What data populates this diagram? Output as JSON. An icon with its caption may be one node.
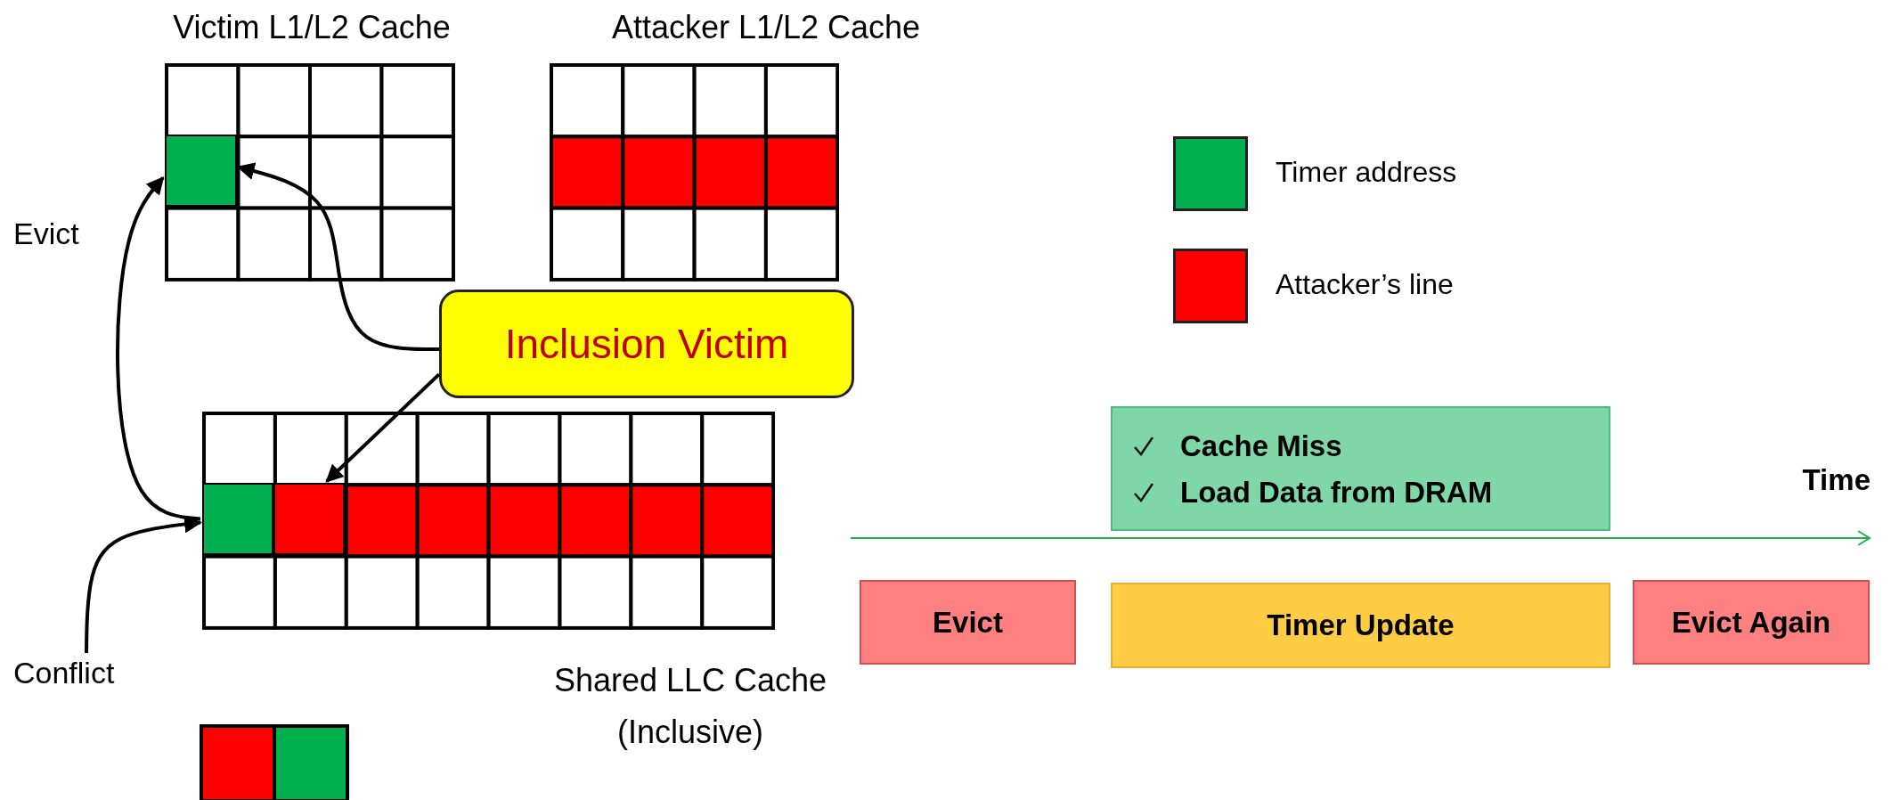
{
  "diagram": {
    "nodes": [
      {
        "text": [
          "Victim L1/L2 Cache"
        ]
      },
      {
        "text": [],
        "shape": "box",
        "in": 0
      },
      {
        "text": [
          "Attacker L1/L2 Cache"
        ]
      },
      {
        "text": [
          "Inclusion Victim"
        ]
      },
      {
        "text": [
          "Shared LLC Cache (Inclusive)"
        ]
      },
      {
        "text": [],
        "shape": "box",
        "in": 4
      },
      {
        "text": [],
        "shape": "box",
        "in": 4
      },
      {
        "text": [
          "Conflict"
        ]
      },
      {
        "text": [
          "Cache Miss",
          "Load Data from DRAM"
        ]
      },
      {
        "text": [
          "Evict"
        ]
      },
      {
        "text": [
          "Timer Update"
        ]
      },
      {
        "text": [
          "Evict Again"
        ]
      }
    ],
    "edges": [
      {
        "from": 5,
        "to": 1,
        "arrow": "to",
        "label": "Evict"
      },
      {
        "from": 3,
        "to": 1,
        "arrow": "to"
      },
      {
        "from": 3,
        "to": 6,
        "arrow": "to"
      },
      {
        "from": 7,
        "to": 5,
        "arrow": "to"
      }
    ],
    "labels": [
      "Time"
    ],
    "legend": [
      {
        "text": "Timer address",
        "color": "#00b050"
      },
      {
        "text": "Attacker’s line",
        "color": "#ff0000"
      }
    ]
  }
}
